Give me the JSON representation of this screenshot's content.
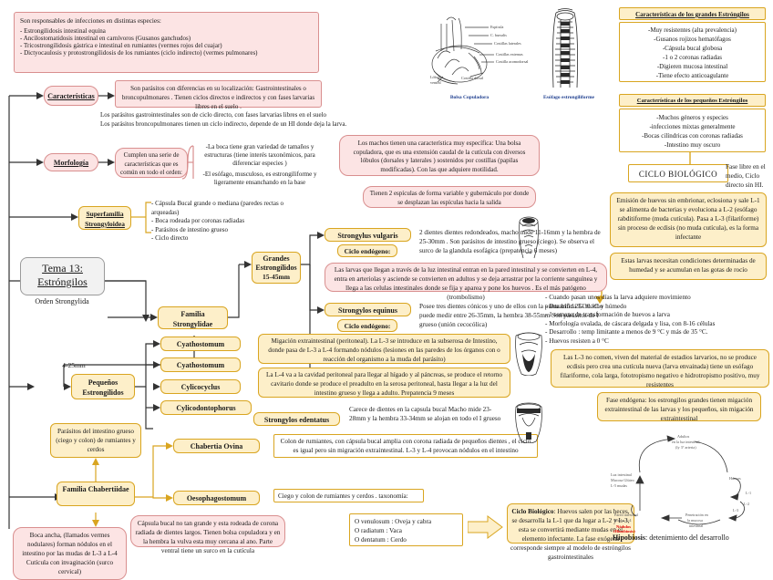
{
  "title": "Tema 13: Estróngilos",
  "subtitle": "Orden Strongylida",
  "intro": {
    "heading": "Son responsables de infecciones en distintas especies:",
    "items": [
      "- Estrongilidosis intestinal equina",
      "- Ancilostomatidosis intestinal en carnívoros (Gusanos ganchudos)",
      "- Tricostrongilidosis gástrica e intestinal en rumiantes (vermes rojos del cuajar)",
      "- Dictyocaulosis y protostrongilidosis de los rumiantes (ciclo indirecto) (vermes pulmonares)"
    ]
  },
  "caracteristicas": {
    "label": "Características",
    "box": "Son parásitos con diferencias en su localización: Gastrointestinales o broncopulmonares . Tienen ciclos directos e indirectos y con fases larvarias libres en el suelo .",
    "note1": "Los parásitos gastrointestinales son de ciclo directo, con fases larvarias libres en el suelo",
    "note2": "Los parásitos broncopulmonares tienen un ciclo indirecto, depende de un HI donde deja la larva."
  },
  "morfologia": {
    "label": "Morfología",
    "box": "Cumplen una serie de características que es común en todo el orden:",
    "bullets": [
      "-La boca tiene gran variedad de tamaños y estructuras (tiene interés taxonómicos, para diferenciar especies )",
      "-El esófago, musculoso, es estrongiliforme y ligeramente ensanchando en la base"
    ]
  },
  "machos": {
    "bolsa": "Los machos tienen una característica muy específica: Una bolsa copuladora, que es una extensión caudal de la cutícula con diversos lóbulos (dorsales y laterales ) sostenidos por costillas (papilas modificadas). Con las que adquiere motilidad.",
    "espiculas": "Tienen 2 espículas de forma variable y gubernáculo por donde se desplazan las espículas hacia la salida"
  },
  "images": {
    "bolsa_caption": "Bolsa Copuladora",
    "esofago_caption": "Esófago estrongiliforme",
    "bolsa_labels": [
      "Espícula",
      "C. bursalis",
      "Costillas laterales",
      "Costillas externas",
      "Costillas acomodorsal",
      "Costilla dorsal",
      "Lóbulo ventral"
    ]
  },
  "grandes_car": {
    "title": "Características de los grandes Estróngilos",
    "items": [
      "-Muy resistentes (alta prevalencia)",
      "-Gusanos rojizos hematófagos",
      "-Cápsula bucal globosa",
      "-1 o 2 coronas radiadas",
      "-Digieren mucosa intestinal",
      "-Tiene efecto anticoagulante"
    ]
  },
  "pequenos_car": {
    "title": "Características de los pequeños Estróngilos",
    "items": [
      "-Muchos géneros y especies",
      "-infecciones mixtas generalmente",
      "-Bocas cilíndricas con coronas radiadas",
      "-Intestino muy oscuro"
    ]
  },
  "superfamilia": {
    "label": "Superfamilia Strongyloidea",
    "bullets": [
      "- Cápsula Bucal grande o mediana (paredes rectas o arqueadas)",
      "- Boca rodeada por coronas radiadas",
      "- Parásitos de intestino grueso",
      "- Ciclo directo"
    ]
  },
  "grandes": {
    "label": "Grandes Estrongílidos",
    "size": "15-45mm"
  },
  "familia_strongylidae": "Familia Strongylidae",
  "pequenos": {
    "label": "Pequeños Estrongílidos",
    "size": "4-25mm"
  },
  "pequenos_generos": [
    "Cyathostomum",
    "Cyathostomum",
    "Cylicocyclus",
    "Cylicodontophorus"
  ],
  "familia_chabertiidae": "Familia Chabertiidae",
  "chabertiidae_host": "Parásitos del intestino grueso (ciego y colon) de rumiantes y cerdos",
  "chabertiidae_morf": "Boca ancha, (llamados vermes nodulares) forman nódulos en el intestino por las mudas de L-3 a L-4 Cutícula con invaginación (surco cervical)",
  "chabertia": {
    "label": "Chabertia Ovina",
    "desc": "Colon de rumiantes, con cápsula bucal amplia con corona radiada de pequeños dientes , el ciclo es igual pero sin migración extraintestinal. L-3 y L-4 provocan nódulos en el intestino"
  },
  "oesophagostomum": {
    "label": "Oesophagostomum",
    "desc": "Ciego y colon de rumiantes y cerdos . taxonomía:",
    "morf": "Cápsula bucal no tan grande y esta rodeada de corona radiada de dientes largos. Tienen bolsa copuladora y en la hembra la vulva esta muy cercana al ano. Parte ventral tiene un surco en la cutícula",
    "species": [
      "O venulosum : Oveja y cabra",
      "O radiatum : Vaca",
      "O dentatum : Cerdo"
    ]
  },
  "ciclo_biologico_oeso": {
    "title": "Ciclo Biológico",
    "text": ": Huevos salen por las heces, se desarrolla la L-1 que da lugar a L-2 y L-3, esta se convertirá mediante mudas en el elemento infectante. La fase exógena corresponde siempre al modelo de estróngilos gastrointestinales"
  },
  "strongylus_vulgaris": {
    "label": "Strongylus vulgaris",
    "ciclo_label": "Ciclo endógeno:",
    "desc": "2 dientes dientes redondeados, macho mide 11-16mm y la hembra de 25-30mm .  Son parásitos de intestino grueso (ciego). Se observa el surco de la glandula esofágica (prepatencia 6 meses)",
    "ciclo": "Las larvas que llegan a través de la luz intestinal entran en la pared intestinal y se convierten en L-4, entra en arteriolas y asciende se convierten en adultos y se deja arrastrar por la corriente sanguínea y llega a las celulas intestinales donde se fija y aparea y pone los huevos . Es el más patógeno (trombolismo)"
  },
  "strongylus_equinus": {
    "label": "Strongylos equinus",
    "ciclo_label": "Ciclo endógeno:",
    "desc": "Posee tres dientes cónicos y uno de ellos con la punta bífida El macho puede medir entre 26-35mm, la hembra 38-55mm Son parásitos de I grueso (unión cecocólica)",
    "ciclo1": "Migación extraintestinal (peritoneal). La L-3 se introduce en la subserosa de Intestino, donde pasa de L-3 a L-4 formando nódulos (lesiones en las paredes de los órganos con o reacción del organismo a la muda del parásito)",
    "ciclo2": "La L-4 va a la cavidad peritoneal para llegar al hígado y al páncreas, se produce el retorno cavitario donde se produce el preadulto en la serosa peritoneal, hasta llegar a la luz del intestino grueso y llega a adulto. Prepatencia 9 meses"
  },
  "strongylus_edentatus": {
    "label": "Strongylos edentatus",
    "desc": "Carece de dientes en la capsula bucal Macho mide 23-28mm y la hembra 33-34mm se alojan en todo el I grueso"
  },
  "ciclo_biologico": {
    "label": "CICLO BIOLÓGICO",
    "fase_libre": "Fase libre en el medio, Ciclo directo sin HI.",
    "emision": "Emisión de huevos sin embrionar, eclosiona y sale L-1 se alimenta de bacterias y evoluciona a L-2 (esófago rabditiforme (muda cutícula). Pasa a L-3 (filariforme) sin proceso de ecdisis (no muda cutícula), es la forma infectante",
    "humedad": "Estas larvas necesitan condiciones determinadas de humedad y se acumulan en las gotas de rocío",
    "bullets": [
      "- Cuando pasan unos días la larva adquiere movimiento",
      "- Duración 25-30 °C y húmedo",
      "- 1 semana de transformación de huevos a larva",
      "- Morfología ovalada, de cáscara delgada y lisa, con 8-16 células",
      "- Desarrollo : temp limitante a menos de 9 °C y más de 35 °C.",
      "- Huevos resisten a 0 °C"
    ],
    "l3": "Las L-3 no comen, viven del material de estadios larvarios, no se produce ecdisis pero crea una cutícula nueva (larva envainada) tiene un esófago filariforme, cola larga, fototropismo negativo e hidrotropismo positivo, muy resistentes",
    "fase_endogena": "Fase endógena: los estrongilos grandes tienen migación extraintestinal de las larvas y los pequeños, sin migación extraintestinal"
  },
  "cycle_diagram": {
    "nodes": [
      "Adultos en la luz intestinal (ly 3° arteria)",
      "Huevos",
      "L-1",
      "L-2",
      "L-3",
      "Luz intestinal Mucosa Glúteo L-5 mudas",
      "Pared intestinal Mudas L-4",
      "Penetración en mucosa intestinal"
    ],
    "red_label": "Nódulos (Hipobiosis)",
    "footer_bold": "Hipobiosis",
    "footer_rest": ": detenimiento del desarrollo"
  }
}
